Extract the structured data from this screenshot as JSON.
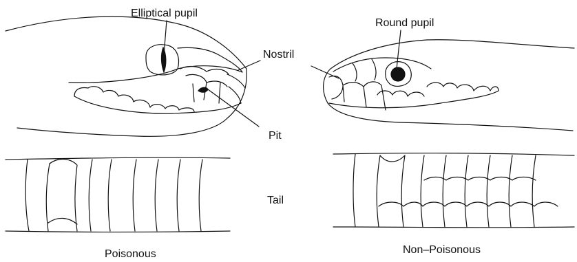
{
  "labels": {
    "elliptical_pupil": "Elliptical pupil",
    "round_pupil": "Round pupil",
    "nostril": "Nostril",
    "pit": "Pit",
    "tail": "Tail",
    "poisonous": "Poisonous",
    "non_poisonous": "Non–Poisonous"
  },
  "colors": {
    "ink": "#111111",
    "background": "#ffffff"
  }
}
